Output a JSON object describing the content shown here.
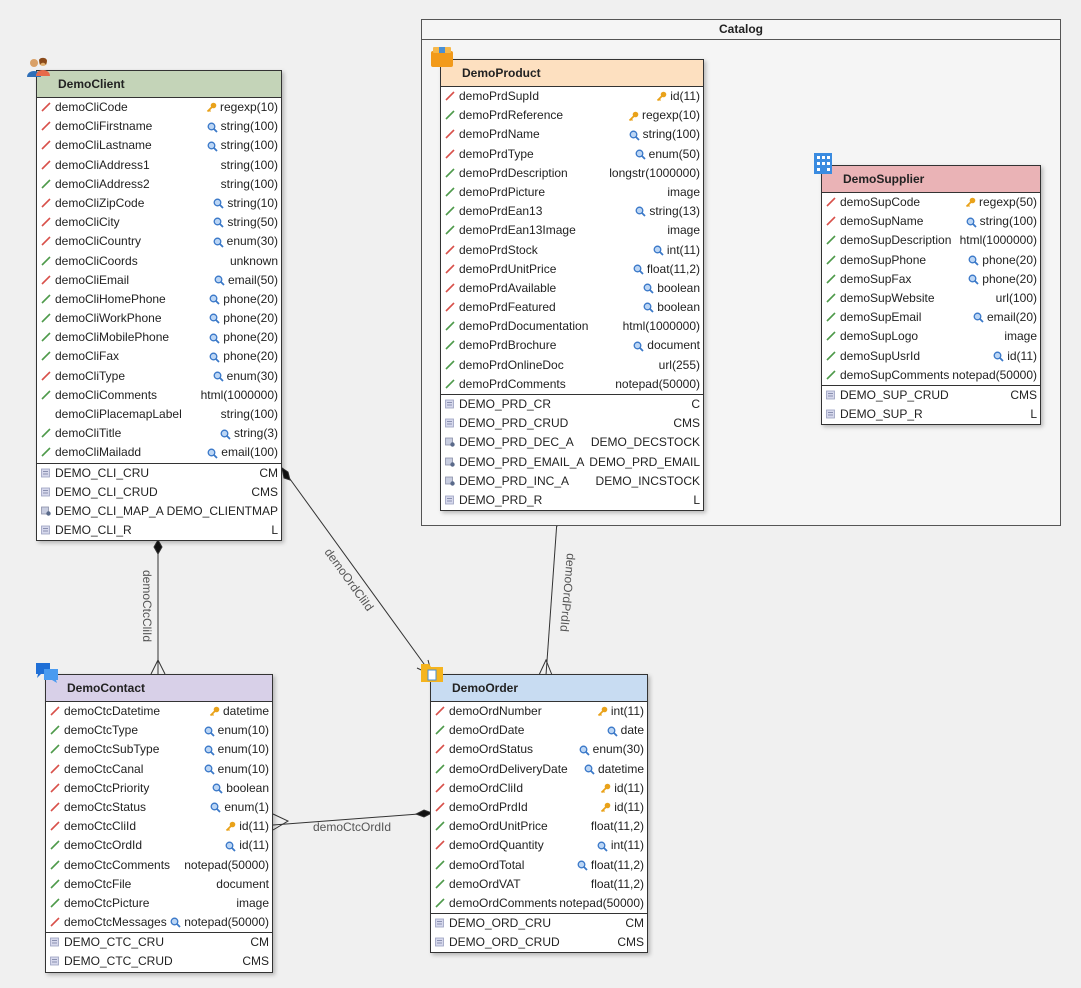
{
  "package": {
    "title": "Catalog"
  },
  "links": {
    "supid": "demoPrdSupId",
    "cliid": "demoOrdCliId",
    "prdid": "demoOrdPrdId",
    "ctccliid": "demoCtcCliId",
    "ctcordid": "demoCtcOrdId"
  },
  "tables": {
    "client": {
      "name": "DemoClient",
      "fields": [
        {
          "name": "demoCliCode",
          "type": "regexp(10)",
          "mark": "red",
          "icon": "key"
        },
        {
          "name": "demoCliFirstname",
          "type": "string(100)",
          "mark": "red",
          "icon": "search"
        },
        {
          "name": "demoCliLastname",
          "type": "string(100)",
          "mark": "red",
          "icon": "search"
        },
        {
          "name": "demoCliAddress1",
          "type": "string(100)",
          "mark": "red",
          "icon": ""
        },
        {
          "name": "demoCliAddress2",
          "type": "string(100)",
          "mark": "green",
          "icon": ""
        },
        {
          "name": "demoCliZipCode",
          "type": "string(10)",
          "mark": "red",
          "icon": "search"
        },
        {
          "name": "demoCliCity",
          "type": "string(50)",
          "mark": "red",
          "icon": "search"
        },
        {
          "name": "demoCliCountry",
          "type": "enum(30)",
          "mark": "red",
          "icon": "search"
        },
        {
          "name": "demoCliCoords",
          "type": "unknown",
          "mark": "green",
          "icon": ""
        },
        {
          "name": "demoCliEmail",
          "type": "email(50)",
          "mark": "red",
          "icon": "search"
        },
        {
          "name": "demoCliHomePhone",
          "type": "phone(20)",
          "mark": "green",
          "icon": "search"
        },
        {
          "name": "demoCliWorkPhone",
          "type": "phone(20)",
          "mark": "green",
          "icon": "search"
        },
        {
          "name": "demoCliMobilePhone",
          "type": "phone(20)",
          "mark": "green",
          "icon": "search"
        },
        {
          "name": "demoCliFax",
          "type": "phone(20)",
          "mark": "green",
          "icon": "search"
        },
        {
          "name": "demoCliType",
          "type": "enum(30)",
          "mark": "red",
          "icon": "search"
        },
        {
          "name": "demoCliComments",
          "type": "html(1000000)",
          "mark": "green",
          "icon": ""
        },
        {
          "name": "demoCliPlacemapLabel",
          "type": "string(100)",
          "mark": "",
          "icon": ""
        },
        {
          "name": "demoCliTitle",
          "type": "string(3)",
          "mark": "green",
          "icon": "search"
        },
        {
          "name": "demoCliMailadd",
          "type": "email(100)",
          "mark": "green",
          "icon": "search"
        }
      ],
      "access": [
        {
          "name": "DEMO_CLI_CRU",
          "value": "CM",
          "icon": "list"
        },
        {
          "name": "DEMO_CLI_CRUD",
          "value": "CMS",
          "icon": "list"
        },
        {
          "name": "DEMO_CLI_MAP_A",
          "value": "DEMO_CLIENTMAP",
          "icon": "action"
        },
        {
          "name": "DEMO_CLI_R",
          "value": "L",
          "icon": "list"
        }
      ]
    },
    "product": {
      "name": "DemoProduct",
      "fields": [
        {
          "name": "demoPrdSupId",
          "type": "id(11)",
          "mark": "red",
          "icon": "key"
        },
        {
          "name": "demoPrdReference",
          "type": "regexp(10)",
          "mark": "green",
          "icon": "key"
        },
        {
          "name": "demoPrdName",
          "type": "string(100)",
          "mark": "red",
          "icon": "search"
        },
        {
          "name": "demoPrdType",
          "type": "enum(50)",
          "mark": "red",
          "icon": "search"
        },
        {
          "name": "demoPrdDescription",
          "type": "longstr(1000000)",
          "mark": "green",
          "icon": ""
        },
        {
          "name": "demoPrdPicture",
          "type": "image",
          "mark": "green",
          "icon": ""
        },
        {
          "name": "demoPrdEan13",
          "type": "string(13)",
          "mark": "green",
          "icon": "search"
        },
        {
          "name": "demoPrdEan13Image",
          "type": "image",
          "mark": "green",
          "icon": ""
        },
        {
          "name": "demoPrdStock",
          "type": "int(11)",
          "mark": "red",
          "icon": "search"
        },
        {
          "name": "demoPrdUnitPrice",
          "type": "float(11,2)",
          "mark": "red",
          "icon": "search"
        },
        {
          "name": "demoPrdAvailable",
          "type": "boolean",
          "mark": "red",
          "icon": "search"
        },
        {
          "name": "demoPrdFeatured",
          "type": "boolean",
          "mark": "red",
          "icon": "search"
        },
        {
          "name": "demoPrdDocumentation",
          "type": "html(1000000)",
          "mark": "green",
          "icon": ""
        },
        {
          "name": "demoPrdBrochure",
          "type": "document",
          "mark": "green",
          "icon": "search"
        },
        {
          "name": "demoPrdOnlineDoc",
          "type": "url(255)",
          "mark": "green",
          "icon": ""
        },
        {
          "name": "demoPrdComments",
          "type": "notepad(50000)",
          "mark": "green",
          "icon": ""
        }
      ],
      "access": [
        {
          "name": "DEMO_PRD_CR",
          "value": "C",
          "icon": "list"
        },
        {
          "name": "DEMO_PRD_CRUD",
          "value": "CMS",
          "icon": "list"
        },
        {
          "name": "DEMO_PRD_DEC_A",
          "value": "DEMO_DECSTOCK",
          "icon": "action"
        },
        {
          "name": "DEMO_PRD_EMAIL_A",
          "value": "DEMO_PRD_EMAIL",
          "icon": "action"
        },
        {
          "name": "DEMO_PRD_INC_A",
          "value": "DEMO_INCSTOCK",
          "icon": "action"
        },
        {
          "name": "DEMO_PRD_R",
          "value": "L",
          "icon": "list"
        }
      ]
    },
    "supplier": {
      "name": "DemoSupplier",
      "fields": [
        {
          "name": "demoSupCode",
          "type": "regexp(50)",
          "mark": "red",
          "icon": "key"
        },
        {
          "name": "demoSupName",
          "type": "string(100)",
          "mark": "red",
          "icon": "search"
        },
        {
          "name": "demoSupDescription",
          "type": "html(1000000)",
          "mark": "green",
          "icon": ""
        },
        {
          "name": "demoSupPhone",
          "type": "phone(20)",
          "mark": "green",
          "icon": "search"
        },
        {
          "name": "demoSupFax",
          "type": "phone(20)",
          "mark": "green",
          "icon": "search"
        },
        {
          "name": "demoSupWebsite",
          "type": "url(100)",
          "mark": "green",
          "icon": ""
        },
        {
          "name": "demoSupEmail",
          "type": "email(20)",
          "mark": "green",
          "icon": "search"
        },
        {
          "name": "demoSupLogo",
          "type": "image",
          "mark": "green",
          "icon": ""
        },
        {
          "name": "demoSupUsrId",
          "type": "id(11)",
          "mark": "green",
          "icon": "search"
        },
        {
          "name": "demoSupComments",
          "type": "notepad(50000)",
          "mark": "green",
          "icon": ""
        }
      ],
      "access": [
        {
          "name": "DEMO_SUP_CRUD",
          "value": "CMS",
          "icon": "list"
        },
        {
          "name": "DEMO_SUP_R",
          "value": "L",
          "icon": "list"
        }
      ]
    },
    "contact": {
      "name": "DemoContact",
      "fields": [
        {
          "name": "demoCtcDatetime",
          "type": "datetime",
          "mark": "red",
          "icon": "key"
        },
        {
          "name": "demoCtcType",
          "type": "enum(10)",
          "mark": "green",
          "icon": "search"
        },
        {
          "name": "demoCtcSubType",
          "type": "enum(10)",
          "mark": "green",
          "icon": "search"
        },
        {
          "name": "demoCtcCanal",
          "type": "enum(10)",
          "mark": "red",
          "icon": "search"
        },
        {
          "name": "demoCtcPriority",
          "type": "boolean",
          "mark": "red",
          "icon": "search"
        },
        {
          "name": "demoCtcStatus",
          "type": "enum(1)",
          "mark": "red",
          "icon": "search"
        },
        {
          "name": "demoCtcCliId",
          "type": "id(11)",
          "mark": "red",
          "icon": "key"
        },
        {
          "name": "demoCtcOrdId",
          "type": "id(11)",
          "mark": "green",
          "icon": "search"
        },
        {
          "name": "demoCtcComments",
          "type": "notepad(50000)",
          "mark": "green",
          "icon": ""
        },
        {
          "name": "demoCtcFile",
          "type": "document",
          "mark": "green",
          "icon": ""
        },
        {
          "name": "demoCtcPicture",
          "type": "image",
          "mark": "green",
          "icon": ""
        },
        {
          "name": "demoCtcMessages",
          "type": "notepad(50000)",
          "mark": "red",
          "icon": "search"
        }
      ],
      "access": [
        {
          "name": "DEMO_CTC_CRU",
          "value": "CM",
          "icon": "list"
        },
        {
          "name": "DEMO_CTC_CRUD",
          "value": "CMS",
          "icon": "list"
        }
      ]
    },
    "order": {
      "name": "DemoOrder",
      "fields": [
        {
          "name": "demoOrdNumber",
          "type": "int(11)",
          "mark": "red",
          "icon": "key"
        },
        {
          "name": "demoOrdDate",
          "type": "date",
          "mark": "green",
          "icon": "search"
        },
        {
          "name": "demoOrdStatus",
          "type": "enum(30)",
          "mark": "red",
          "icon": "search"
        },
        {
          "name": "demoOrdDeliveryDate",
          "type": "datetime",
          "mark": "green",
          "icon": "search"
        },
        {
          "name": "demoOrdCliId",
          "type": "id(11)",
          "mark": "red",
          "icon": "key"
        },
        {
          "name": "demoOrdPrdId",
          "type": "id(11)",
          "mark": "red",
          "icon": "key"
        },
        {
          "name": "demoOrdUnitPrice",
          "type": "float(11,2)",
          "mark": "green",
          "icon": ""
        },
        {
          "name": "demoOrdQuantity",
          "type": "int(11)",
          "mark": "red",
          "icon": "search"
        },
        {
          "name": "demoOrdTotal",
          "type": "float(11,2)",
          "mark": "green",
          "icon": "search"
        },
        {
          "name": "demoOrdVAT",
          "type": "float(11,2)",
          "mark": "green",
          "icon": ""
        },
        {
          "name": "demoOrdComments",
          "type": "notepad(50000)",
          "mark": "green",
          "icon": ""
        }
      ],
      "access": [
        {
          "name": "DEMO_ORD_CRU",
          "value": "CM",
          "icon": "list"
        },
        {
          "name": "DEMO_ORD_CRUD",
          "value": "CMS",
          "icon": "list"
        }
      ]
    }
  },
  "colors": {
    "client_header": "#c4d4b8",
    "product_header": "#fde0c0",
    "supplier_header": "#eab3b6",
    "contact_header": "#d8d0e8",
    "order_header": "#c8dcf2",
    "mark_red": "#d8504a",
    "mark_green": "#4e9a4a"
  },
  "icons": {
    "client": "users-icon",
    "product": "box-icon",
    "supplier": "building-icon",
    "contact": "chat-icon",
    "order": "folder-icon"
  }
}
